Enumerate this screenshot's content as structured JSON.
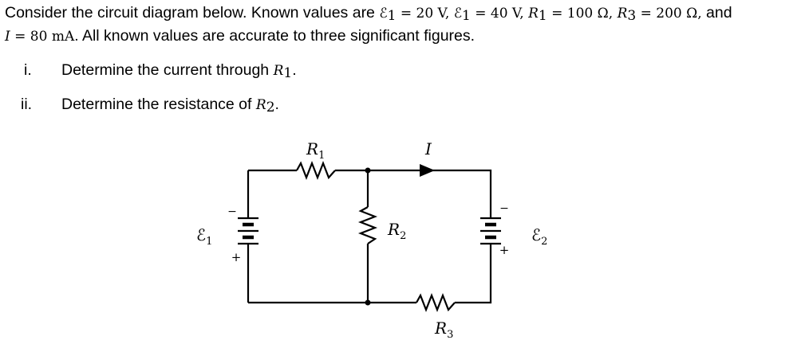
{
  "problem": {
    "intro": "Consider the circuit diagram below. Known values are",
    "eps1_sym": "ℰ",
    "eps1_sub": "1",
    "eps1_val": "= 20 V,",
    "eps2_sym": "ℰ",
    "eps2_sub": "1",
    "eps2_val": "= 40 V,",
    "r1_sym": "R",
    "r1_sub": "1",
    "r1_val": "= 100 Ω,",
    "r3_sym": "R",
    "r3_sub": "3",
    "r3_val": "= 200 Ω,",
    "and": "and",
    "i_sym": "I",
    "i_val": "= 80 mA.",
    "accuracy": "All known values are accurate to three significant figures."
  },
  "questions": [
    {
      "num": "i.",
      "text": "Determine the current through",
      "sym": "R",
      "sub": "1",
      "end": "."
    },
    {
      "num": "ii.",
      "text": "Determine the resistance of",
      "sym": "R",
      "sub": "2",
      "end": "."
    }
  ],
  "diagram": {
    "r1_label": "R",
    "r1_sub": "1",
    "i_label": "I",
    "r2_label": "R",
    "r2_sub": "2",
    "r3_label": "R",
    "r3_sub": "3",
    "eps1_label": "ℰ",
    "eps1_sub": "1",
    "eps2_label": "ℰ",
    "eps2_sub": "2",
    "minus": "−",
    "plus": "+"
  }
}
